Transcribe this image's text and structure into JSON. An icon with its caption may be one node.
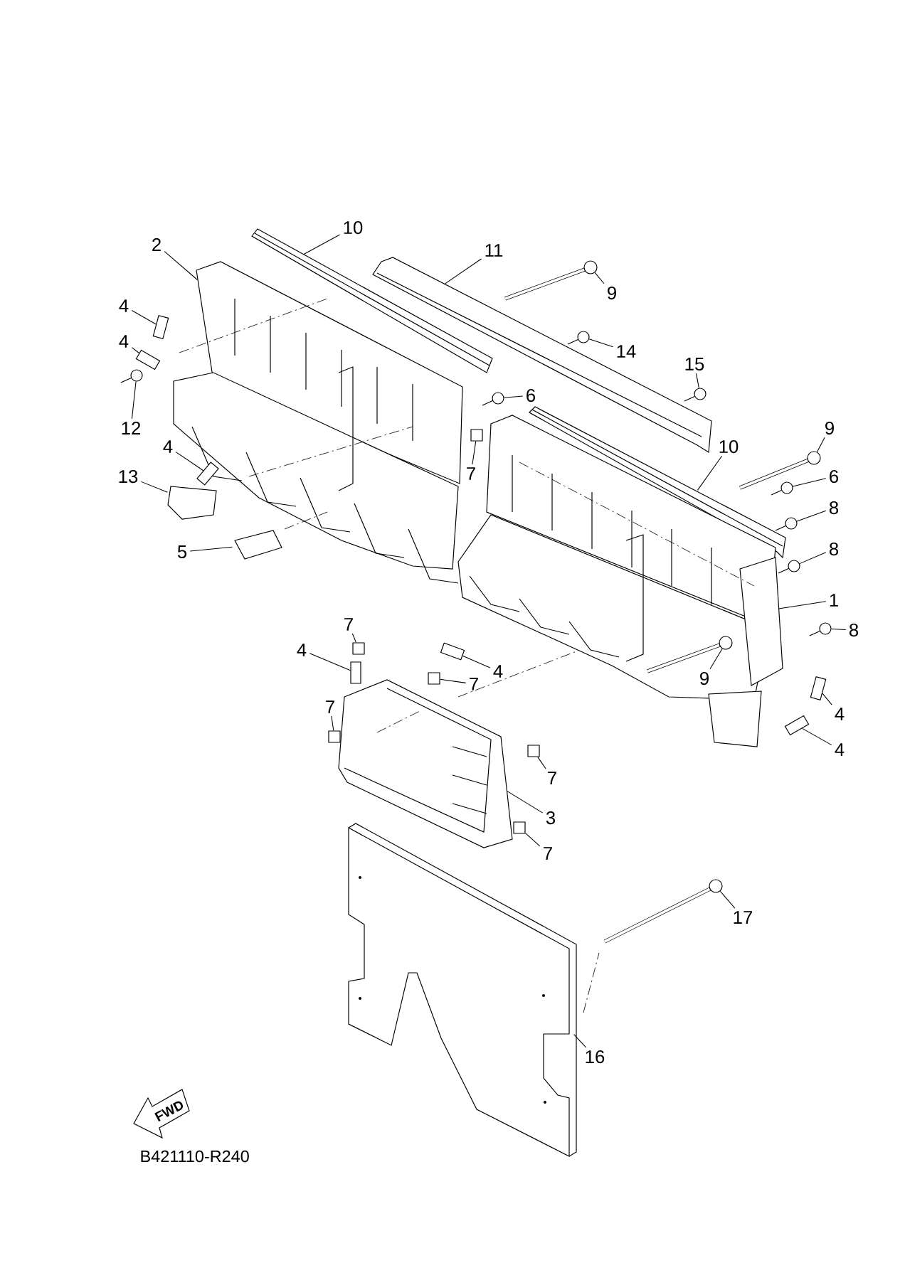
{
  "diagram": {
    "nodes": [
      {
        "text": [
          "10"
        ]
      },
      {
        "text": [
          "2"
        ]
      },
      {
        "text": [
          "11"
        ]
      },
      {
        "text": [
          "9"
        ]
      },
      {
        "text": [
          "4"
        ]
      },
      {
        "text": [
          "4"
        ]
      },
      {
        "text": [
          "14"
        ]
      },
      {
        "text": [
          "15"
        ]
      },
      {
        "text": [
          "12"
        ]
      },
      {
        "text": [
          "6"
        ]
      },
      {
        "text": [
          "7"
        ]
      },
      {
        "text": [
          "13"
        ]
      },
      {
        "text": [
          "4"
        ]
      },
      {
        "text": [
          "9"
        ]
      },
      {
        "text": [
          "10"
        ]
      },
      {
        "text": [
          "6"
        ]
      },
      {
        "text": [
          "8"
        ]
      },
      {
        "text": [
          "5"
        ]
      },
      {
        "text": [
          "8"
        ]
      },
      {
        "text": [
          "1"
        ]
      },
      {
        "text": [
          "8"
        ]
      },
      {
        "text": [
          "7"
        ]
      },
      {
        "text": [
          "4"
        ]
      },
      {
        "text": [
          "4"
        ]
      },
      {
        "text": [
          "7"
        ]
      },
      {
        "text": [
          "9"
        ]
      },
      {
        "text": [
          "7"
        ]
      },
      {
        "text": [
          "4"
        ]
      },
      {
        "text": [
          "7"
        ]
      },
      {
        "text": [
          "4"
        ]
      },
      {
        "text": [
          "3"
        ]
      },
      {
        "text": [
          "7"
        ]
      },
      {
        "text": [
          "17"
        ]
      },
      {
        "text": [
          "16"
        ]
      },
      {
        "text": [],
        "shape": "picture"
      },
      {
        "text": [],
        "shape": "box"
      },
      {
        "text": [],
        "shape": "box"
      },
      {
        "text": [],
        "shape": "picture"
      },
      {
        "text": [],
        "shape": "picture"
      },
      {
        "text": [],
        "shape": "picture"
      },
      {
        "text": [],
        "shape": "picture"
      },
      {
        "text": [],
        "shape": "box"
      },
      {
        "text": [],
        "shape": "picture"
      },
      {
        "text": [],
        "shape": "box"
      },
      {
        "text": [],
        "shape": "picture"
      },
      {
        "text": [],
        "shape": "picture"
      },
      {
        "text": [],
        "shape": "picture"
      },
      {
        "text": [],
        "shape": "picture"
      },
      {
        "text": [],
        "shape": "picture"
      },
      {
        "text": [],
        "shape": "picture"
      },
      {
        "text": [],
        "shape": "box"
      },
      {
        "text": [],
        "shape": "box"
      },
      {
        "text": [],
        "shape": "box"
      },
      {
        "text": [],
        "shape": "box"
      },
      {
        "text": [],
        "shape": "picture"
      },
      {
        "text": [],
        "shape": "box"
      },
      {
        "text": [],
        "shape": "box"
      },
      {
        "text": [],
        "shape": "box"
      },
      {
        "text": [],
        "shape": "box"
      },
      {
        "text": [],
        "shape": "box"
      },
      {
        "text": [],
        "shape": "picture"
      },
      {
        "text": [],
        "shape": "picture"
      },
      {
        "text": [],
        "shape": "picture"
      },
      {
        "text": [],
        "shape": "picture"
      },
      {
        "text": [],
        "shape": "picture"
      },
      {
        "text": [],
        "shape": "picture"
      },
      {
        "text": [],
        "shape": "picture"
      },
      {
        "text": [],
        "shape": "picture"
      }
    ],
    "edges": [
      {
        "from": 0,
        "to": 61,
        "arrow": "none"
      },
      {
        "from": 1,
        "to": 62,
        "arrow": "none"
      },
      {
        "from": 2,
        "to": 63,
        "arrow": "none"
      },
      {
        "from": 3,
        "to": 34,
        "arrow": "none"
      },
      {
        "from": 4,
        "to": 35,
        "arrow": "none"
      },
      {
        "from": 5,
        "to": 36,
        "arrow": "none"
      },
      {
        "from": 6,
        "to": 37,
        "arrow": "none"
      },
      {
        "from": 7,
        "to": 38,
        "arrow": "none"
      },
      {
        "from": 8,
        "to": 39,
        "arrow": "none"
      },
      {
        "from": 9,
        "to": 40,
        "arrow": "none"
      },
      {
        "from": 10,
        "to": 41,
        "arrow": "none"
      },
      {
        "from": 11,
        "to": 42,
        "arrow": "none"
      },
      {
        "from": 12,
        "to": 43,
        "arrow": "none"
      },
      {
        "from": 13,
        "to": 44,
        "arrow": "none"
      },
      {
        "from": 14,
        "to": 64,
        "arrow": "none"
      },
      {
        "from": 15,
        "to": 45,
        "arrow": "none"
      },
      {
        "from": 16,
        "to": 46,
        "arrow": "none"
      },
      {
        "from": 17,
        "to": 47,
        "arrow": "none"
      },
      {
        "from": 18,
        "to": 48,
        "arrow": "none"
      },
      {
        "from": 19,
        "to": 65,
        "arrow": "none"
      },
      {
        "from": 20,
        "to": 49,
        "arrow": "none"
      },
      {
        "from": 21,
        "to": 50,
        "arrow": "none"
      },
      {
        "from": 22,
        "to": 51,
        "arrow": "none"
      },
      {
        "from": 23,
        "to": 52,
        "arrow": "none"
      },
      {
        "from": 24,
        "to": 53,
        "arrow": "none"
      },
      {
        "from": 25,
        "to": 54,
        "arrow": "none"
      },
      {
        "from": 26,
        "to": 55,
        "arrow": "none"
      },
      {
        "from": 27,
        "to": 56,
        "arrow": "none"
      },
      {
        "from": 28,
        "to": 57,
        "arrow": "none"
      },
      {
        "from": 29,
        "to": 58,
        "arrow": "none"
      },
      {
        "from": 30,
        "to": 66,
        "arrow": "none"
      },
      {
        "from": 31,
        "to": 59,
        "arrow": "none"
      },
      {
        "from": 32,
        "to": 60,
        "arrow": "none"
      },
      {
        "from": 33,
        "to": 67,
        "arrow": "none"
      }
    ],
    "labels": [
      "FWD",
      "B421110-R240"
    ]
  }
}
